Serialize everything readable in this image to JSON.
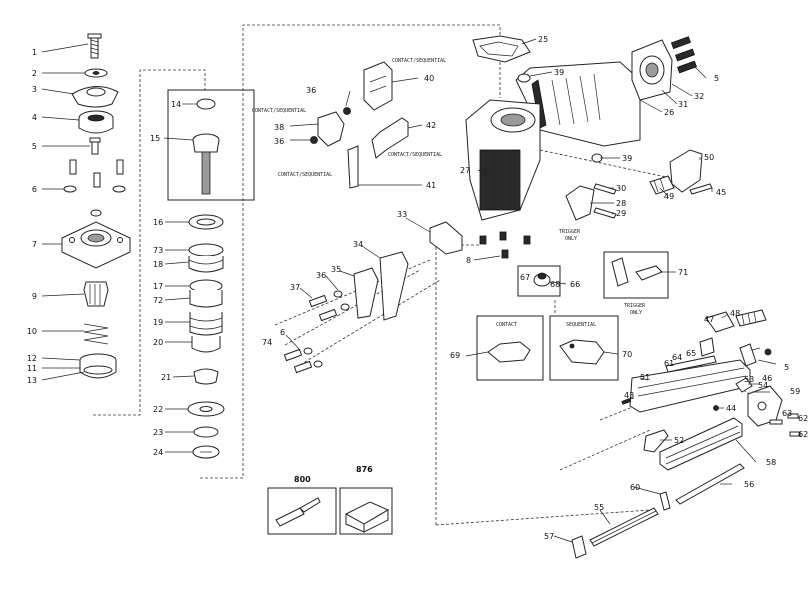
{
  "labels": {
    "contact_sequential": "CONTACT/SEQUENTIAL",
    "trigger": "TRIGGER",
    "only": "ONLY",
    "contact": "CONTACT",
    "sequential": "SEQUENTIAL"
  },
  "parts": {
    "p1": "1",
    "p2": "2",
    "p3": "3",
    "p4": "4",
    "p5": "5",
    "p6": "6",
    "p7": "7",
    "p8": "8",
    "p9": "9",
    "p10": "10",
    "p11": "11",
    "p12": "12",
    "p13": "13",
    "p14": "14",
    "p15": "15",
    "p16": "16",
    "p17": "17",
    "p18": "18",
    "p19": "19",
    "p20": "20",
    "p21": "21",
    "p22": "22",
    "p23": "23",
    "p24": "24",
    "p25": "25",
    "p26": "26",
    "p27": "27",
    "p28": "28",
    "p29": "29",
    "p30": "30",
    "p31": "31",
    "p32": "32",
    "p33": "33",
    "p34": "34",
    "p35": "35",
    "p36": "36",
    "p37": "37",
    "p38": "38",
    "p39": "39",
    "p40": "40",
    "p41": "41",
    "p42": "42",
    "p43": "43",
    "p44": "44",
    "p45": "45",
    "p46": "46",
    "p47": "47",
    "p48": "48",
    "p49": "49",
    "p50": "50",
    "p51": "51",
    "p52": "52",
    "p53": "53",
    "p54": "54",
    "p55": "55",
    "p56": "56",
    "p57": "57",
    "p58": "58",
    "p59": "59",
    "p60": "60",
    "p61": "61",
    "p62": "62",
    "p63": "63",
    "p64": "64",
    "p65": "65",
    "p66": "66",
    "p67": "67",
    "p68": "68",
    "p69": "69",
    "p70": "70",
    "p71": "71",
    "p72": "72",
    "p73": "73",
    "p74": "74",
    "p800": "800",
    "p876": "876"
  }
}
